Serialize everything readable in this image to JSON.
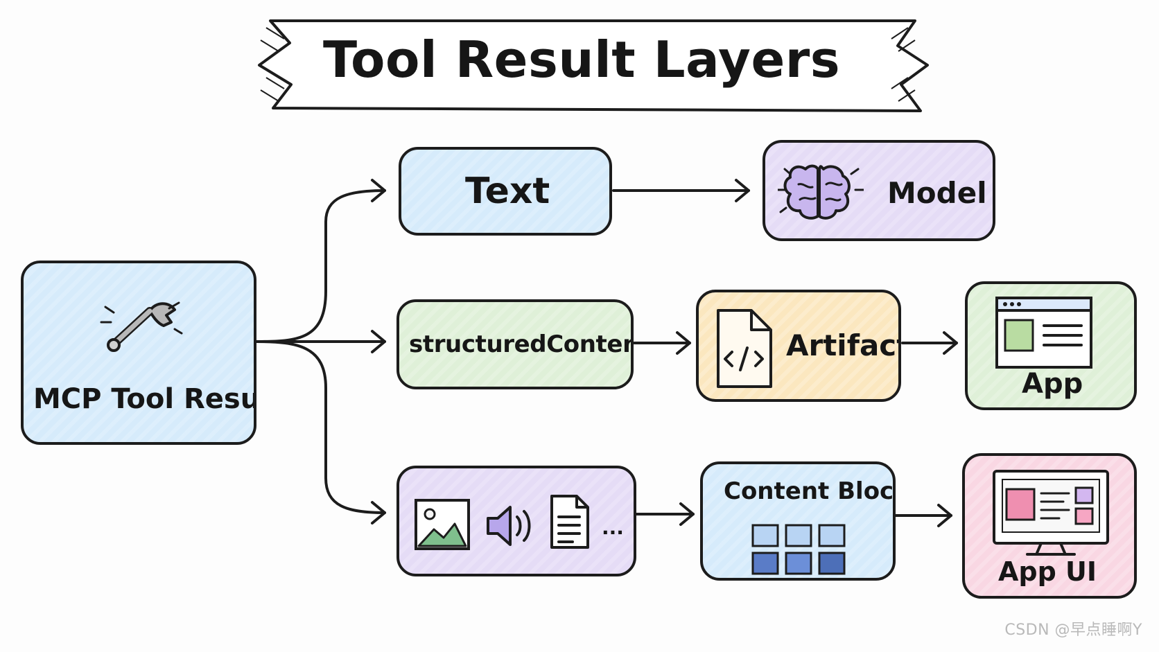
{
  "title": "Tool Result Layers",
  "nodes": {
    "mcp_tool_result": "MCP Tool Result",
    "text": "Text",
    "structured_content": "structuredContent",
    "model": "Model",
    "artifact": "Artifact",
    "app": "App",
    "content_blocks": "Content Blocks",
    "app_ui": "App UI",
    "media_more": "..."
  },
  "watermark": "CSDN @早点睡啊Y",
  "icons": {
    "mcp_tool_result": "wrench-icon",
    "model": "brain-icon",
    "artifact": "code-file-icon",
    "app": "browser-window-icon",
    "media_image": "image-icon",
    "media_audio": "speaker-icon",
    "media_document": "document-icon",
    "content_blocks": "grid-blocks-icon",
    "app_ui": "desktop-monitor-icon"
  },
  "colors": {
    "blue": "#d6ebfb",
    "green": "#dff0d8",
    "purple": "#e5dcf6",
    "yellow": "#fbe7bf",
    "pink": "#f9d7e3",
    "stroke": "#1c1c1c"
  }
}
